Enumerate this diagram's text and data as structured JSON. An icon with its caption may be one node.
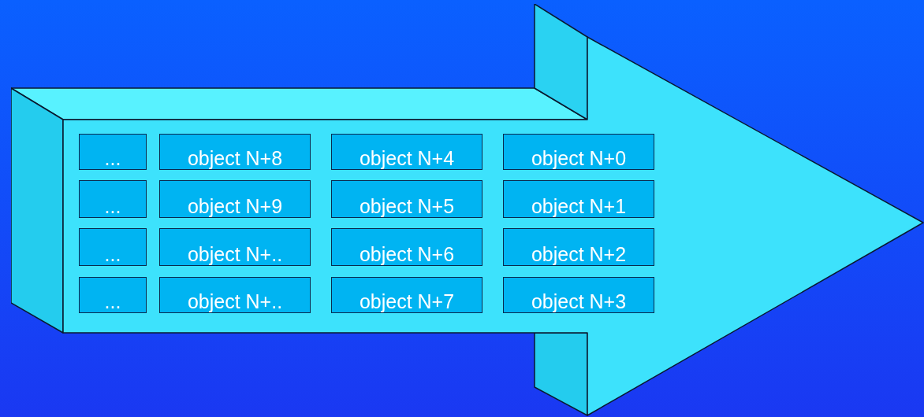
{
  "diagram": {
    "nodes": [
      {
        "text": [],
        "shape": "arrow"
      },
      {
        "text": [
          "..."
        ],
        "in": 0
      },
      {
        "text": [
          "object N+8"
        ],
        "in": 0
      },
      {
        "text": [
          "object N+4"
        ],
        "in": 0
      },
      {
        "text": [
          "object N+0"
        ],
        "in": 0
      },
      {
        "text": [
          "..."
        ],
        "in": 0
      },
      {
        "text": [
          "object N+9"
        ],
        "in": 0
      },
      {
        "text": [
          "object N+5"
        ],
        "in": 0
      },
      {
        "text": [
          "object N+1"
        ],
        "in": 0
      },
      {
        "text": [
          "..."
        ],
        "in": 0
      },
      {
        "text": [
          "object N+.."
        ],
        "in": 0
      },
      {
        "text": [
          "object N+6"
        ],
        "in": 0
      },
      {
        "text": [
          "object N+2"
        ],
        "in": 0
      },
      {
        "text": [
          "..."
        ],
        "in": 0
      },
      {
        "text": [
          "object N+.."
        ],
        "in": 0
      },
      {
        "text": [
          "object N+7"
        ],
        "in": 0
      },
      {
        "text": [
          "object N+3"
        ],
        "in": 0
      }
    ]
  }
}
